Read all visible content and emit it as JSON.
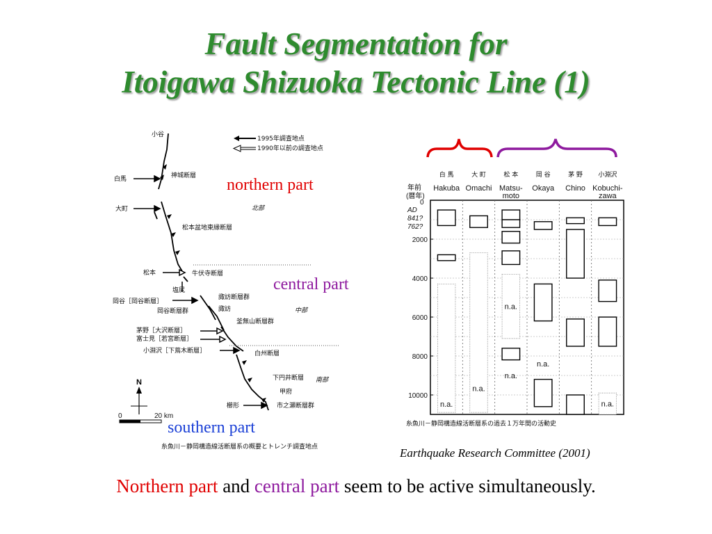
{
  "title": {
    "line1": "Fault Segmentation for",
    "line2": "Itoigawa Shizuoka Tectonic Line (1)"
  },
  "map": {
    "legend": [
      "1995年調査地点",
      "1990年以前の調査地点"
    ],
    "places": [
      "小谷",
      "白馬",
      "大町",
      "松本",
      "塩尻",
      "岡谷［岡谷断層］",
      "茅野［大沢断層］",
      "富士見［若宮断層］",
      "小淵沢［下蔦木断層］",
      "櫛形"
    ],
    "faults": [
      "神城断層",
      "松本盆地東縁断層",
      "牛伏寺断層",
      "諏訪断層群",
      "岡谷断層群",
      "諏訪",
      "釜無山断層群",
      "白州断層",
      "下円井断層",
      "甲府",
      "市之瀬断層群"
    ],
    "regions": [
      "北部",
      "中部",
      "南部"
    ],
    "north": "N",
    "scale": [
      "0",
      "20 km"
    ],
    "caption": "糸魚川－静岡構造線活断層系の概要とトレンチ調査地点"
  },
  "labels": {
    "northern": "northern part",
    "central": "central part",
    "southern": "southern part"
  },
  "chart": {
    "axis_header": [
      "年前",
      "(暦年)",
      "0"
    ],
    "ad_labels": [
      "AD",
      "841?",
      "762?"
    ],
    "columns": [
      {
        "jp": "白 馬",
        "en": "Hakuba"
      },
      {
        "jp": "大 町",
        "en": "Omachi"
      },
      {
        "jp": "松 本",
        "en": "Matsu-\nmoto"
      },
      {
        "jp": "岡 谷",
        "en": "Okaya"
      },
      {
        "jp": "茅 野",
        "en": "Chino"
      },
      {
        "jp": "小淵沢",
        "en": "Kobuchi-\nzawa"
      }
    ],
    "na": "n.a.",
    "caption": "糸魚川－静岡構造線活断層系の過去１万年間の活動史",
    "bracket_colors": {
      "northern": "#e00000",
      "central": "#8e1a9e"
    }
  },
  "chart_data": {
    "type": "table",
    "ylabel": "年前",
    "ylim": [
      0,
      11000
    ],
    "yticks": [
      2000,
      4000,
      6000,
      8000,
      10000
    ],
    "categories": [
      "Hakuba",
      "Omachi",
      "Matsumoto",
      "Okaya",
      "Chino",
      "Kobuchizawa"
    ],
    "events": [
      {
        "site": "Hakuba",
        "intervals": [
          [
            500,
            1300
          ],
          [
            2800,
            3100
          ]
        ],
        "not_available": [
          4300,
          10900
        ]
      },
      {
        "site": "Omachi",
        "intervals": [
          [
            800,
            1400
          ]
        ],
        "not_available": [
          2700,
          10900
        ]
      },
      {
        "site": "Matsumoto",
        "intervals": [
          [
            500,
            1000
          ],
          [
            1000,
            1400
          ],
          [
            1600,
            2200
          ],
          [
            2600,
            3300
          ],
          [
            7600,
            8200
          ]
        ],
        "not_available": [
          3800,
          7100
        ]
      },
      {
        "site": "Okaya",
        "intervals": [
          [
            1100,
            1500
          ],
          [
            4300,
            6200
          ],
          [
            9200,
            10600
          ]
        ],
        "not_available": []
      },
      {
        "site": "Chino",
        "intervals": [
          [
            900,
            1200
          ],
          [
            1500,
            4000
          ],
          [
            6100,
            7500
          ],
          [
            10000,
            11000
          ]
        ],
        "not_available": []
      },
      {
        "site": "Kobuchizawa",
        "intervals": [
          [
            900,
            1300
          ],
          [
            4100,
            5200
          ],
          [
            6000,
            7500
          ]
        ],
        "not_available": [
          9900,
          11000
        ]
      }
    ]
  },
  "credit": "Earthquake Research Committee (2001)",
  "bottom": {
    "part1": "Northern part",
    "part2": " and ",
    "part3": "central part",
    "part4": " seem to be active simultaneously."
  }
}
